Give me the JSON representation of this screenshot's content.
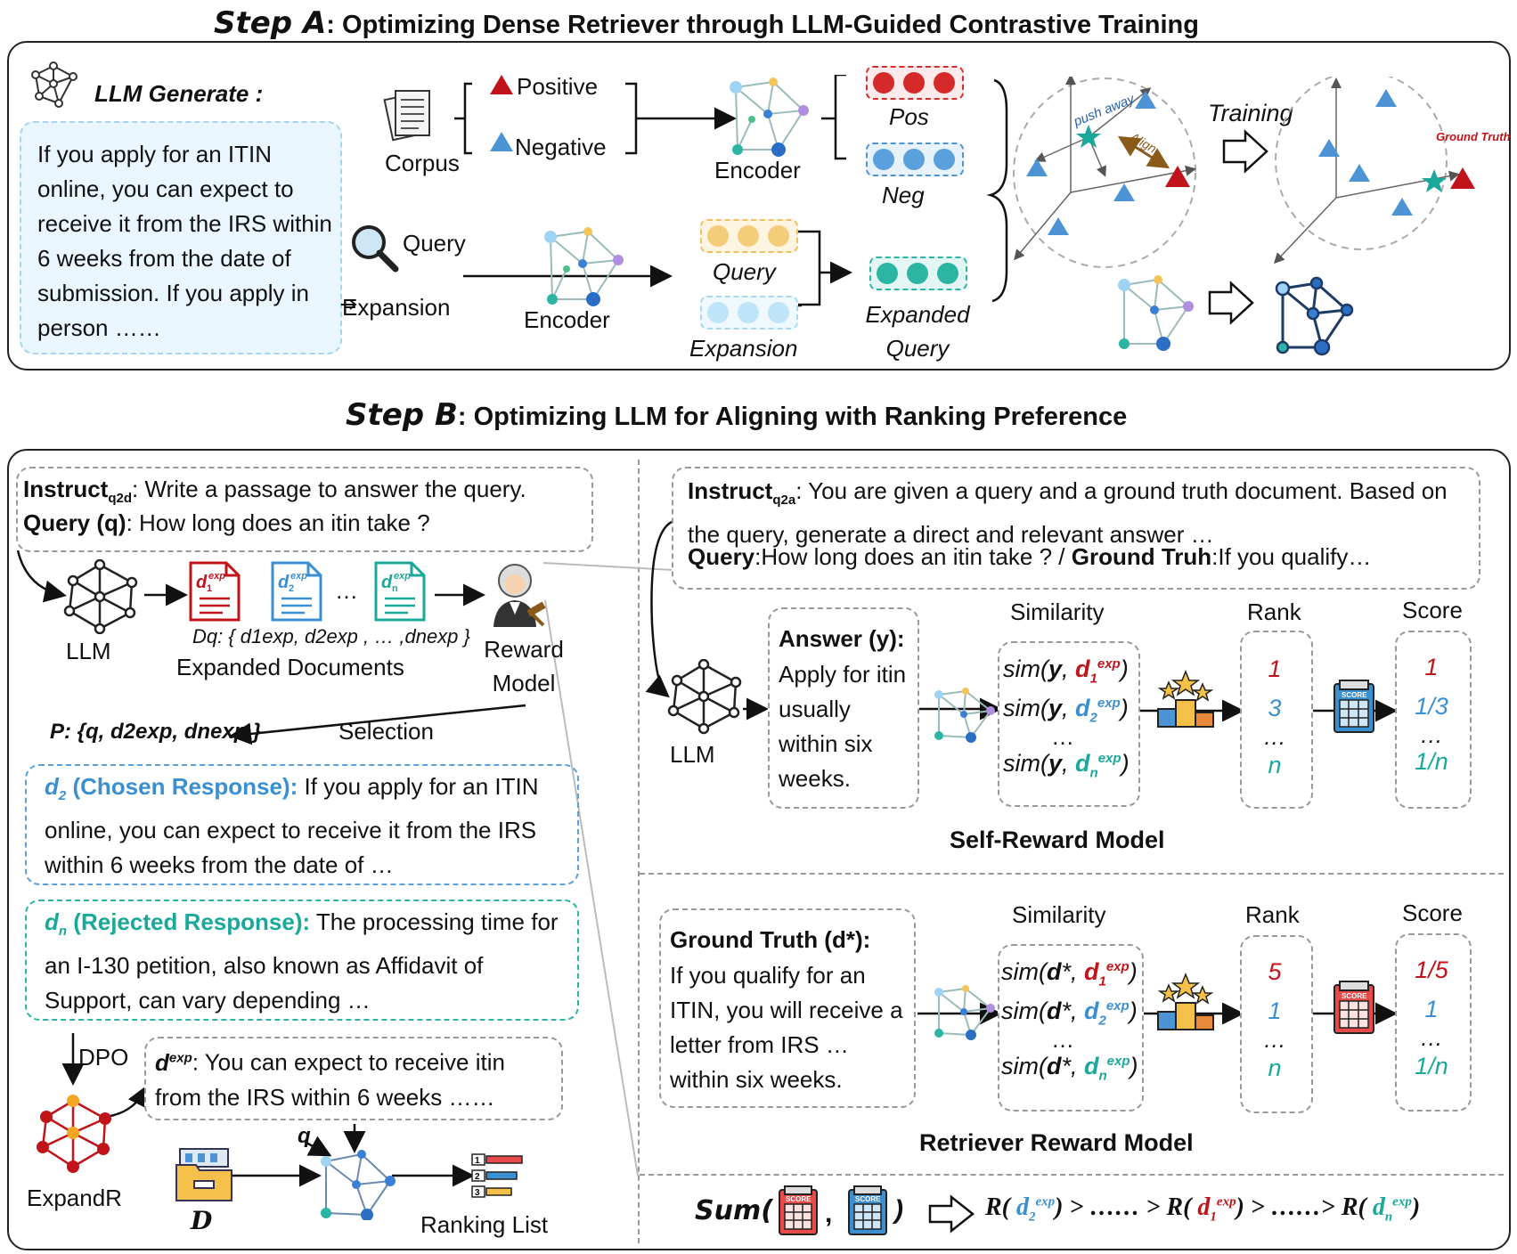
{
  "stepA": {
    "title_step": "Step A",
    "title_rest": ": Optimizing Dense Retriever through LLM-Guided Contrastive Training",
    "llm_generate": "LLM Generate :",
    "passage": "If you apply for an ITIN online, you can expect to receive it from the IRS within 6 weeks from the date of submission.  If you apply in person ……",
    "corpus": "Corpus",
    "positive": "Positive",
    "negative": "Negative",
    "query_label": "Query",
    "expansion_label": "Expansion",
    "encoder": "Encoder",
    "pos": "Pos",
    "neg": "Neg",
    "query_it": "Query",
    "expansion_it": "Expansion",
    "expanded_query": "Expanded Query",
    "push_away": "push away",
    "align": "Align",
    "training": "Training",
    "ground_truth": "Ground Truth"
  },
  "stepB": {
    "title_step": "Step B",
    "title_rest": ": Optimizing LLM for Aligning with Ranking Preference",
    "instruct_q2d_name": "Instruct",
    "instruct_q2d_sub": "q2d",
    "instruct_q2d_text": ": Write a passage to answer the query.",
    "query_name": "Query (q)",
    "query_text": ": How long does an itin take ?",
    "llm": "LLM",
    "dq_label": "Dq: { d1exp, d2exp , … ,dnexp }",
    "expanded_documents": "Expanded Documents",
    "reward_model": "Reward Model",
    "selection": "Selection",
    "p_label": "P: {q, d2exp, dnexp }",
    "chosen_head": "(Chosen Response):",
    "chosen_text": " If you apply for an ITIN online, you can expect to receive it from the IRS within 6 weeks from the date of  …",
    "rejected_head": "(Rejected Response):",
    "rejected_text": " The processing time for an I-130 petition, also known as Affidavit of Support, can vary depending …",
    "dpo": "DPO",
    "dexp_text": ": You can expect to receive itin from the IRS within 6 weeks ……",
    "expandr": "ExpandR",
    "d_label": "D",
    "q_label": "q",
    "ranking_list": "Ranking List",
    "instruct_q2a_name": "Instruct",
    "instruct_q2a_sub": "q2a",
    "instruct_q2a_text": ": You are given a query and a ground truth document. Based on the query, generate a direct and relevant answer …",
    "query2_name": "Query",
    "query2_text": ":How long does an itin take ?",
    "slash": "/",
    "gt_name": "Ground Truh",
    "gt_text": ":If you qualify…",
    "answer_head": "Answer (y):",
    "answer_text": "Apply for itin usually within six weeks.",
    "similarity": "Similarity",
    "rank": "Rank",
    "score": "Score",
    "self_reward": "Self-Reward Model",
    "self_ranks": [
      "1",
      "3",
      "…",
      "n"
    ],
    "self_scores": [
      "1",
      "1/3",
      "…",
      "1/n"
    ],
    "gt_head": "Ground Truth (d*):",
    "gt_body": "If you qualify for an ITIN, you will receive a letter from IRS … within six weeks.",
    "retr_ranks": [
      "5",
      "1",
      "…",
      "n"
    ],
    "retr_scores": [
      "1/5",
      "1",
      "…",
      "1/n"
    ],
    "retriever_reward": "Retriever Reward Model",
    "sum_label": "Sum(",
    "sum_close": ")",
    "score_icon_text": "SCORE",
    "final_rank": "R( d2exp) > …… > R( d1exp) > ……> R( dnexp)"
  },
  "colors": {
    "red": "#c0141a",
    "blue": "#3a8fd0",
    "teal": "#1aa89a",
    "lightblue_box": "#eaf6fd"
  },
  "icons": [
    "network-icon",
    "corpus-icon",
    "magnifier-icon",
    "encoder-icon",
    "document-icon",
    "judge-icon",
    "podium-icon",
    "scoreboard-icon",
    "folder-icon",
    "ranking-list-icon"
  ]
}
